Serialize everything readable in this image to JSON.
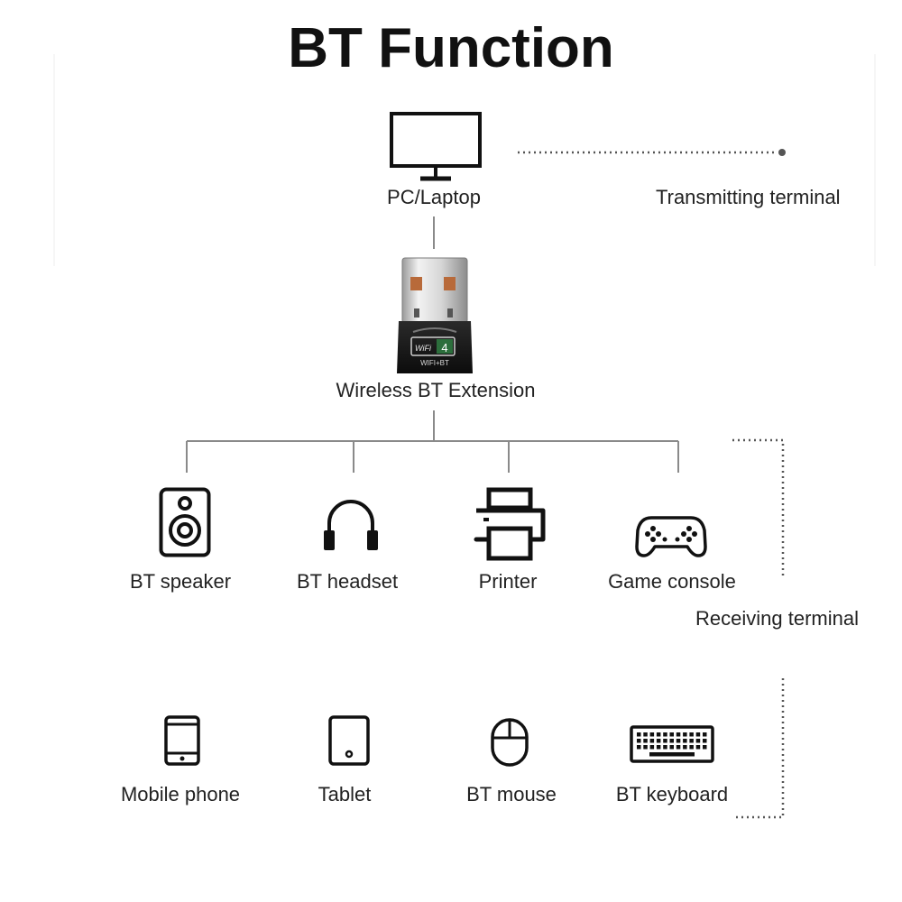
{
  "title": "BT Function",
  "pc_label": "PC/Laptop",
  "transmitting_label": "Transmitting terminal",
  "adapter": {
    "label": "Wireless BT Extension",
    "badge_text": "WiFi",
    "badge_number": "4",
    "badge_sub": "WIFI+BT"
  },
  "receiving_label": "Receiving terminal",
  "devices_row1": [
    {
      "label": "BT speaker",
      "icon": "speaker-icon"
    },
    {
      "label": "BT headset",
      "icon": "headset-icon"
    },
    {
      "label": "Printer",
      "icon": "printer-icon"
    },
    {
      "label": "Game console",
      "icon": "gamepad-icon"
    }
  ],
  "devices_row2": [
    {
      "label": "Mobile phone",
      "icon": "phone-icon"
    },
    {
      "label": "Tablet",
      "icon": "tablet-icon"
    },
    {
      "label": "BT mouse",
      "icon": "mouse-icon"
    },
    {
      "label": "BT keyboard",
      "icon": "keyboard-icon"
    }
  ],
  "colors": {
    "line": "#8a8a8a",
    "icon": "#111111",
    "text": "#222222"
  }
}
